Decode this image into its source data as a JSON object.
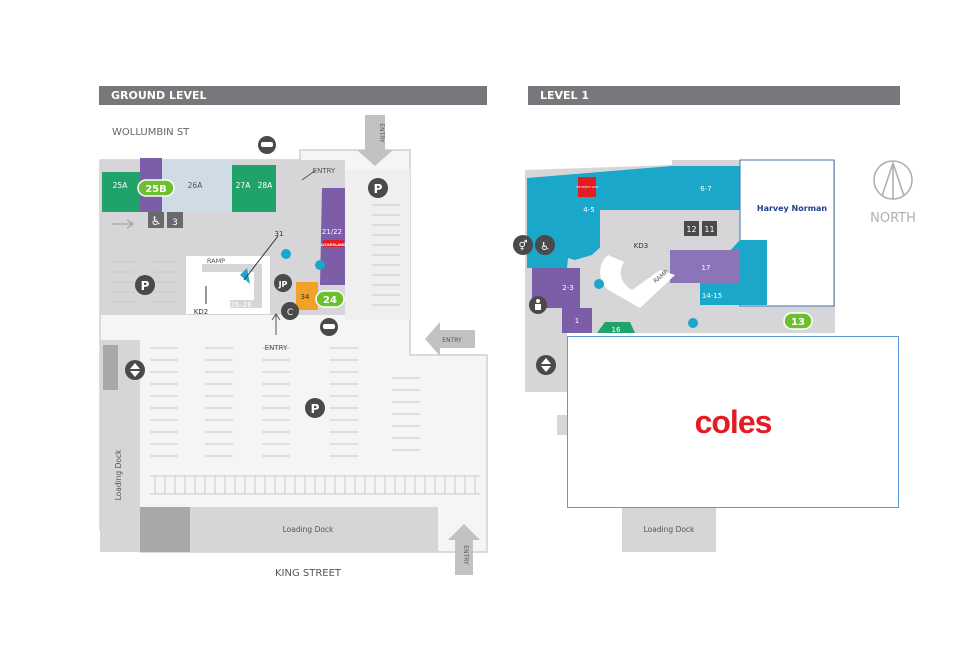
{
  "headers": {
    "ground": "GROUND LEVEL",
    "level1": "LEVEL 1"
  },
  "streets": {
    "north": "WOLLUMBIN ST",
    "south": "KING STREET"
  },
  "compass": "NORTH",
  "ground": {
    "entry_labels": [
      "ENTRY",
      "ENTRY",
      "ENTRY",
      "ENTRY",
      "ENTRY"
    ],
    "ramp": "RAMP",
    "loading_dock": "Loading Dock",
    "loading_dock_side": "Loading Dock",
    "shops": [
      "25A",
      "26A",
      "27A",
      "28A",
      "21/22",
      "31",
      "34",
      "25–26",
      "KD2"
    ],
    "highlights": [
      "25B",
      "24"
    ],
    "icons": {
      "toilet_letter": "JP"
    },
    "brand": "LICKERLAND"
  },
  "level1": {
    "shops": [
      "4-5",
      "6-7",
      "2-3",
      "1",
      "17",
      "14-15",
      "16",
      "KD3",
      "12",
      "11"
    ],
    "ramp": "RAMP",
    "highlight": "13",
    "harvey_norman": "Harvey Norman",
    "red_shop": "THE REJECT SHOP",
    "coles": "coles",
    "loading_dock": "Loading Dock"
  },
  "colors": {
    "purple": "#7b5ea7",
    "green": "#1fa36a",
    "blue": "#1aa7c9",
    "grey_floor": "#d6d6d8",
    "badge": "#6cbf2e",
    "header": "#77787b",
    "coles_red": "#e31b23"
  }
}
